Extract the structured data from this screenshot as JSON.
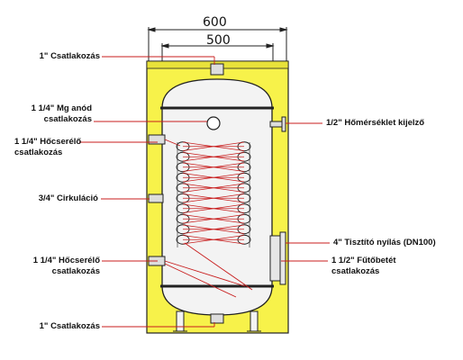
{
  "dimensions": {
    "outer_width": "600",
    "inner_width": "500"
  },
  "labels_left": [
    {
      "text": "1\" Csatlakozás",
      "lines": [
        "1\" Csatlakozás"
      ]
    },
    {
      "text": "1 1/4\" Mg anód csatlakozás",
      "lines": [
        "1 1/4\" Mg anód",
        "csatlakozás"
      ]
    },
    {
      "text": "1 1/4\" Hőcserélő csatlakozás",
      "lines": [
        "1 1/4\" Hőcserélő",
        "csatlakozás"
      ]
    },
    {
      "text": "3/4\" Cirkuláció",
      "lines": [
        "3/4\" Cirkuláció"
      ]
    },
    {
      "text": "1 1/4\" Hőcserélő csatlakozás",
      "lines": [
        "1 1/4\" Hőcserélő",
        "csatlakozás"
      ]
    },
    {
      "text": "1\" Csatlakozás",
      "lines": [
        "1\" Csatlakozás"
      ]
    }
  ],
  "labels_right": [
    {
      "text": "1/2\" Hőmérséklet kijelző",
      "lines": [
        "1/2\" Hőmérséklet kijelző"
      ]
    },
    {
      "text": "4\" Tisztító nyílás (DN100)",
      "lines": [
        "4\" Tisztító nyílás (DN100)"
      ]
    },
    {
      "text": "1 1/2\" Fűtőbetét csatlakozás",
      "lines": [
        "1 1/2\" Fűtőbetét",
        "csatlakozás"
      ]
    }
  ],
  "colors": {
    "insulation": "#f7f24a",
    "tank_fill": "#f3f3f3",
    "outline": "#222222",
    "leader": "#c81e1e",
    "coil": "#c81e1e"
  }
}
